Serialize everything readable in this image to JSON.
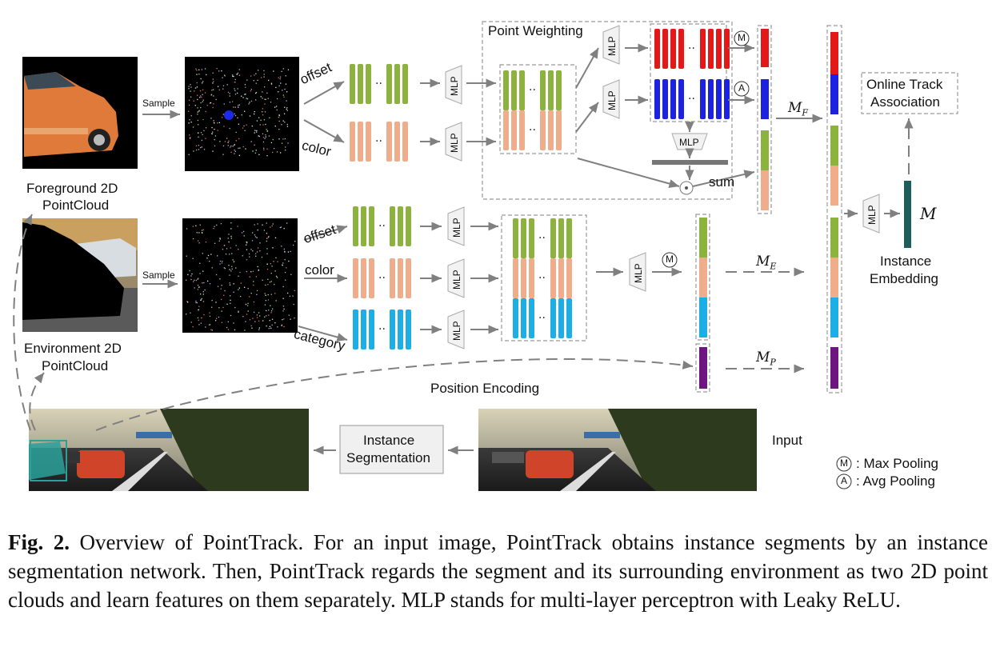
{
  "diagram": {
    "labels": {
      "foreground": [
        "Foreground 2D",
        "PointCloud"
      ],
      "environment": [
        "Environment 2D",
        "PointCloud"
      ],
      "sample_top": "Sample",
      "sample_bottom": "Sample",
      "offset_top": "offset",
      "color_top": "color",
      "offset_bottom": "offset",
      "color_bottom": "color",
      "category": "category",
      "point_weighting": "Point Weighting",
      "mlp": "MLP",
      "sum": "sum",
      "m_f": "M",
      "m_f_sub": "F",
      "m_e": "M",
      "m_e_sub": "E",
      "m_p": "M",
      "m_p_sub": "P",
      "m": "M",
      "instance_embedding": [
        "Instance",
        "Embedding"
      ],
      "online_track": [
        "Online Track",
        "Association"
      ],
      "position_encoding": "Position Encoding",
      "instance_segmentation": [
        "Instance",
        "Segmentation"
      ],
      "input": "Input",
      "max_symbol": "M",
      "avg_symbol": "A",
      "legend_max": ": Max Pooling",
      "legend_avg": ": Avg Pooling"
    },
    "colors": {
      "offset": "#8db33f",
      "color": "#f0ad8c",
      "category": "#1eaee6",
      "max": "#e31818",
      "avg": "#1d22e0",
      "position": "#6e1680",
      "embedding": "#1e5e5a",
      "arrow": "#808080"
    }
  },
  "caption": {
    "label": "Fig. 2.",
    "text": "Overview of PointTrack. For an input image, PointTrack obtains instance segments by an instance segmentation network. Then, PointTrack regards the segment and its surrounding environment as two 2D point clouds and learn features on them separately. MLP stands for multi-layer perceptron with Leaky ReLU."
  }
}
